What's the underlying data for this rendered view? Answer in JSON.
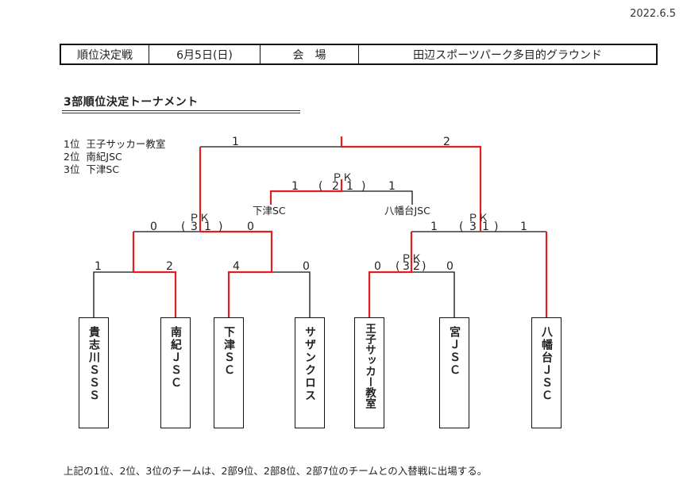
{
  "date": "2022.6.5",
  "info_bar": {
    "label": "順位決定戦",
    "date": "6月5日(日)",
    "venue_label": "会　場",
    "venue": "田辺スポーツパーク多目的グラウンド"
  },
  "title": "3部順位決定トーナメント",
  "rankings": [
    {
      "rank": "1位",
      "team": "王子サッカー教室"
    },
    {
      "rank": "2位",
      "team": "南紀JSC"
    },
    {
      "rank": "3位",
      "team": "下津SC"
    }
  ],
  "teams": [
    "貴志川ＳＳＳ",
    "南紀ＪＳＣ",
    "下津ＳＣ",
    "サザンクロス",
    "王子サッカー教室",
    "宮ＪＳＣ",
    "八幡台ＪＳＣ"
  ],
  "scores": {
    "r1_m1": [
      "1",
      "2"
    ],
    "r1_m2": [
      "4",
      "0"
    ],
    "r1_m3": [
      "0",
      "0"
    ],
    "r1_m3_pk": [
      "3",
      "2"
    ],
    "sf_left": [
      "0",
      "0"
    ],
    "sf_left_pk": [
      "3",
      "1"
    ],
    "sf_right": [
      "1",
      "1"
    ],
    "sf_right_pk": [
      "3",
      "1"
    ],
    "final": [
      "1",
      "2"
    ],
    "third": [
      "1",
      "1"
    ],
    "third_pk": [
      "2",
      "1"
    ]
  },
  "pk_label": "ＰＫ",
  "third_place_teams": [
    "下津SC",
    "八幡台JSC"
  ],
  "footnote": "上記の1位、2位、3位のチームは、2部9位、2部8位、2部7位のチームとの入替戦に出場する。",
  "colors": {
    "winner_line": "#e02020",
    "line": "#111111"
  }
}
